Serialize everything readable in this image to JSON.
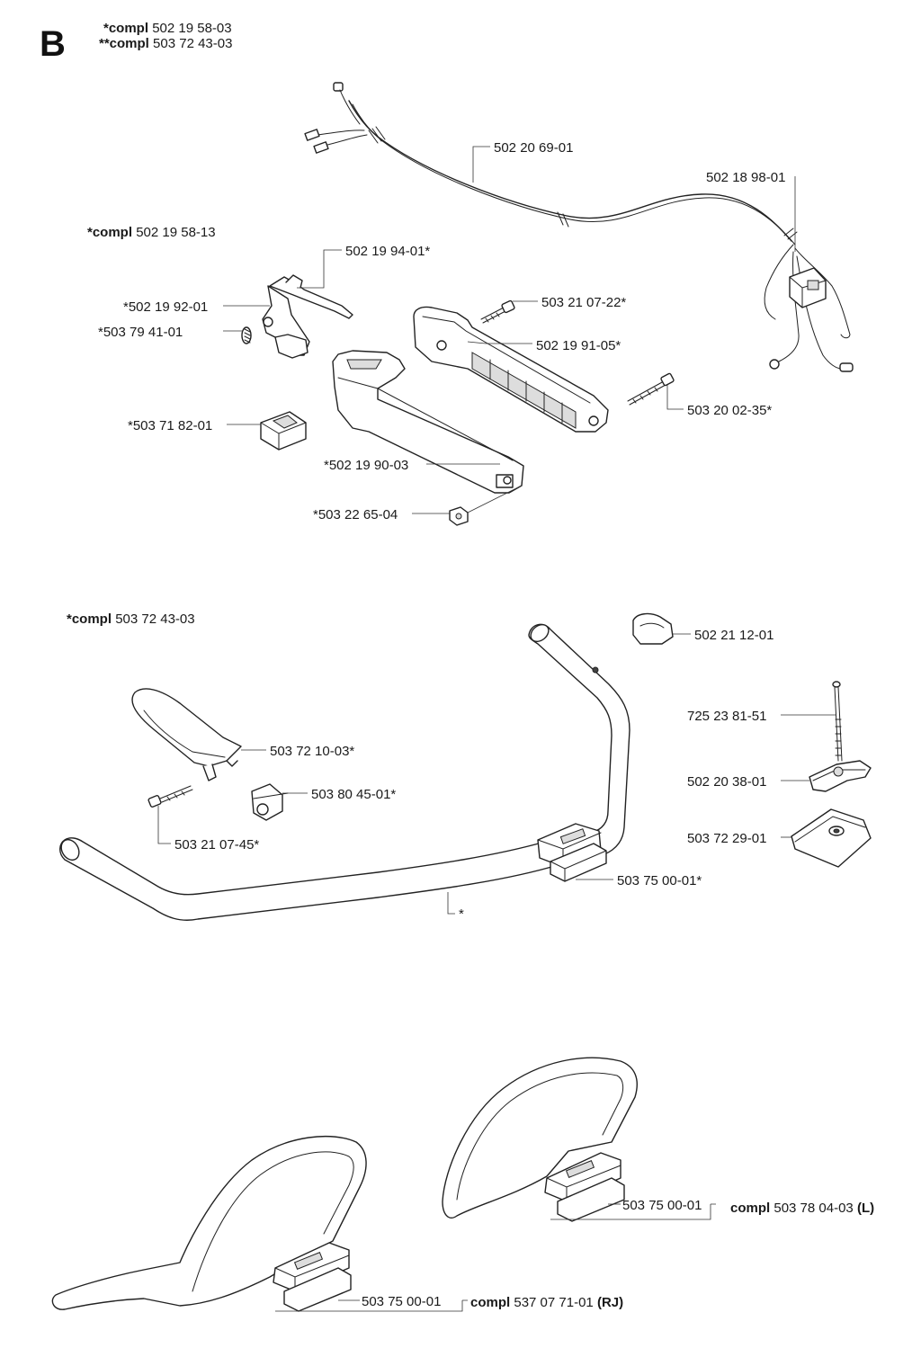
{
  "section_letter": "B",
  "header": {
    "line1_prefix": "*compl",
    "line1_num": "502 19 58-03",
    "line2_prefix": "**compl",
    "line2_num": "503 72 43-03"
  },
  "group_labels": {
    "handle_compl_prefix": "*compl",
    "handle_compl_num": "502 19 58-13",
    "bar_compl_prefix": "*compl",
    "bar_compl_num": "503 72 43-03"
  },
  "parts": {
    "p1": "502 20 69-01",
    "p2": "502 18 98-01",
    "p3": "502 19 94-01*",
    "p4": "*502 19 92-01",
    "p5": "*503 79 41-01",
    "p6": "503 21 07-22*",
    "p7": "502 19 91-05*",
    "p8": "503 20 02-35*",
    "p9": "*503 71 82-01",
    "p10": "*502 19 90-03",
    "p11": "*503 22 65-04",
    "p12": "502 21 12-01",
    "p13": "725 23 81-51",
    "p14": "503 72 10-03*",
    "p15": "503 80 45-01*",
    "p16": "502 20 38-01",
    "p17": "503 72 29-01",
    "p18": "503 21 07-45*",
    "p19": "503 75 00-01*",
    "p20": "*",
    "p21": "503 75 00-01",
    "p22": "503 75 00-01"
  },
  "assemblies": {
    "left_prefix": "compl",
    "left_num": "503 78 04-03",
    "left_suffix": "(L)",
    "rj_prefix": "compl",
    "rj_num": "537 07 71-01",
    "rj_suffix": "(RJ)"
  }
}
